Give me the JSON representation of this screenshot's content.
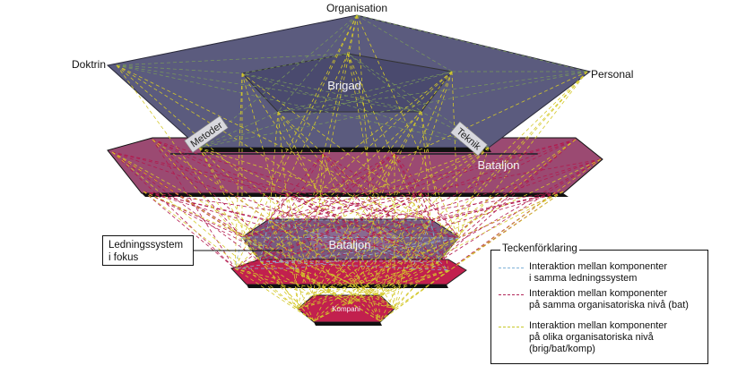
{
  "labels": {
    "organisation": "Organisation",
    "doktrin": "Doktrin",
    "personal": "Personal",
    "metoder": "Metoder",
    "teknik": "Teknik",
    "brigad": "Brigad",
    "bataljon_upper": "Bataljon",
    "bataljon_focus": "Bataljon",
    "kompani": "Kompani"
  },
  "focus_box": {
    "text": "Ledningssystem\ni fokus"
  },
  "legend": {
    "title": "Teckenförklaring",
    "items": [
      {
        "text": "Interaktion mellan komponenter\ni samma ledningssystem",
        "color": "#7fb2d8"
      },
      {
        "text": "Interaktion mellan komponenter\npå samma organisatoriska nivå (bat)",
        "color": "#b2275a"
      },
      {
        "text": "Interaktion mellan komponenter\npå olika organisatoriska nivå\n(brig/bat/komp)",
        "color": "#c8c82a"
      }
    ]
  },
  "colors": {
    "brigade_plane": "#5b5b7e",
    "brigade_inner": "#4a4a6e",
    "battalion_plane": "#9b4a72",
    "focus_plane": "#7a5a80",
    "company_plane": "#c2204e",
    "line_green": "#7a9a5a",
    "line_crimson": "#b21a4e",
    "line_yellow": "#d4c82a"
  }
}
